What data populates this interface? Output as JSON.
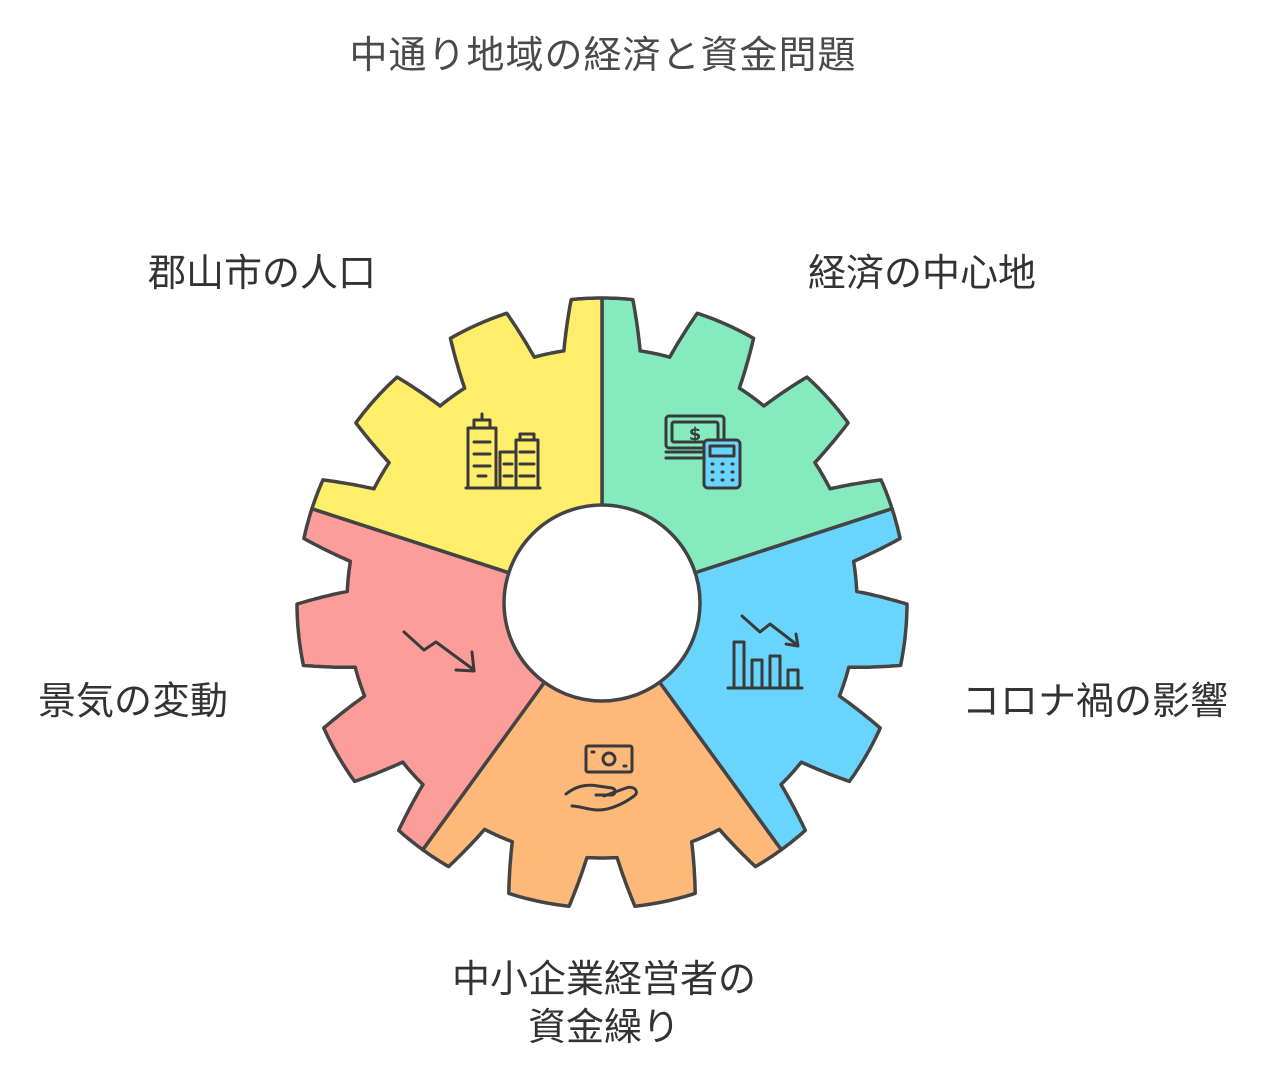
{
  "title": "中通り地域の経済と資金問題",
  "segments": [
    {
      "id": "population",
      "label": "郡山市の人口",
      "color": "#86EABF",
      "icon": "city-buildings-icon"
    },
    {
      "id": "economic-center",
      "label": "経済の中心地",
      "color": "#6AD5FC",
      "icon": "money-calculator-icon"
    },
    {
      "id": "covid",
      "label": "コロナ禍の影響",
      "color": "#FDB87A",
      "icon": "declining-chart-icon"
    },
    {
      "id": "funding",
      "label_line1": "中小企業経営者の",
      "label_line2": "資金繰り",
      "color": "#FD9D99",
      "icon": "money-hand-icon"
    },
    {
      "id": "economy",
      "label": "景気の変動",
      "color": "#FEEE6A",
      "icon": "trend-down-arrow-icon"
    }
  ],
  "colors": {
    "stroke": "#444444",
    "background": "#ffffff"
  }
}
